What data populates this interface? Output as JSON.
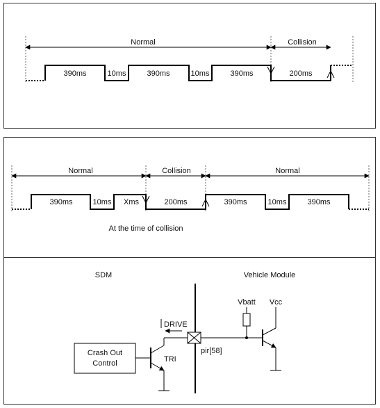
{
  "panel1": {
    "normal_label": "Normal",
    "collision_label": "Collision",
    "seg_labels": [
      "390ms",
      "10ms",
      "390ms",
      "10ms",
      "390ms",
      "200ms"
    ]
  },
  "panel2": {
    "normal_label_1": "Normal",
    "collision_label": "Collision",
    "normal_label_2": "Normal",
    "seg_labels": [
      "390ms",
      "10ms",
      "Xms",
      "200ms",
      "390ms",
      "10ms",
      "390ms"
    ],
    "caption": "At the time of collision"
  },
  "panel3": {
    "sdm_label": "SDM",
    "vehicle_label": "Vehicle Module",
    "vbatt_label": "Vbatt",
    "vcc_label": "Vcc",
    "drive_label": "DRIVE",
    "crash_label_1": "Crash Out",
    "crash_label_2": "Control",
    "tri_label": "TRI",
    "pin_label": "pir[58]"
  }
}
